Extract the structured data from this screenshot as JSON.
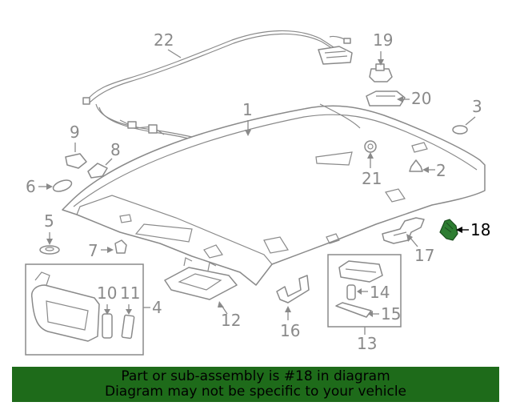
{
  "callouts": {
    "c1": "1",
    "c2": "2",
    "c3": "3",
    "c4": "4",
    "c5": "5",
    "c6": "6",
    "c7": "7",
    "c8": "8",
    "c9": "9",
    "c10": "10",
    "c11": "11",
    "c12": "12",
    "c13": "13",
    "c14": "14",
    "c15": "15",
    "c16": "16",
    "c17": "17",
    "c18": "18",
    "c19": "19",
    "c20": "20",
    "c21": "21",
    "c22": "22"
  },
  "highlight": {
    "part": "18",
    "color": "#2e7d32"
  },
  "banner": {
    "line1": "Part or sub-assembly is #18 in diagram",
    "line2": "Diagram may not be specific to your vehicle",
    "background": "#1e6b1a"
  }
}
